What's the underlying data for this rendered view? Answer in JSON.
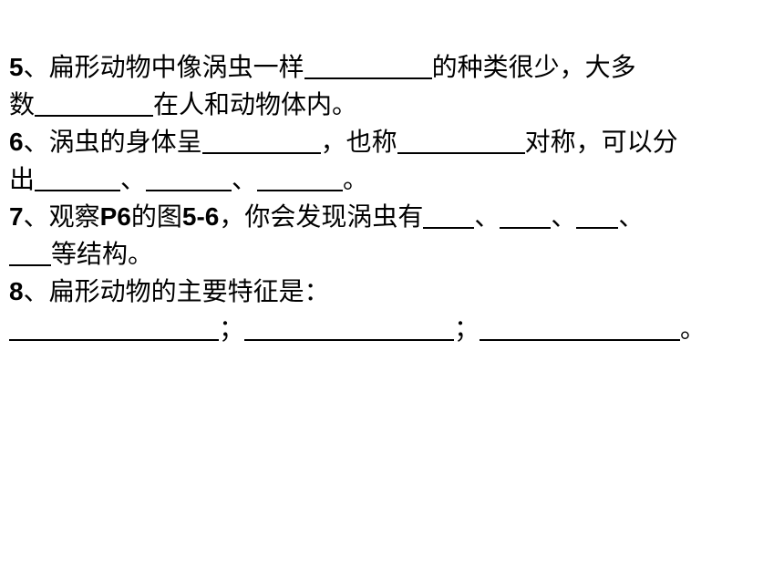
{
  "questions": [
    {
      "number": "5",
      "sep": "、",
      "lines": [
        {
          "text_a": "扁形动物中像涡虫一样",
          "text_b": "的种类很少，大多"
        },
        {
          "text_a": "数",
          "text_b": "在人和动物体内。"
        }
      ]
    },
    {
      "number": "6",
      "sep": "、",
      "lines": [
        {
          "text_a": "涡虫的身体呈",
          "text_b": "，也称",
          "text_c": "对称，可以分"
        },
        {
          "text_a": "出",
          "sep1": "、",
          "sep2": "、",
          "end": "。"
        }
      ]
    },
    {
      "number": "7",
      "sep": "、",
      "lines": [
        {
          "text_a": "观察",
          "bold_a": "P6",
          "text_b": "的图",
          "bold_b": "5-6",
          "text_c": "，你会发现涡虫有",
          "sep1": "、",
          "sep2": "、",
          "sep3": "、"
        },
        {
          "text_a": "等结构。"
        }
      ]
    },
    {
      "number": "8",
      "sep": "、",
      "lines": [
        {
          "text_a": "扁形动物的主要特征是："
        },
        {
          "sep1": "；",
          "sep2": "；",
          "end": "。"
        }
      ]
    }
  ]
}
